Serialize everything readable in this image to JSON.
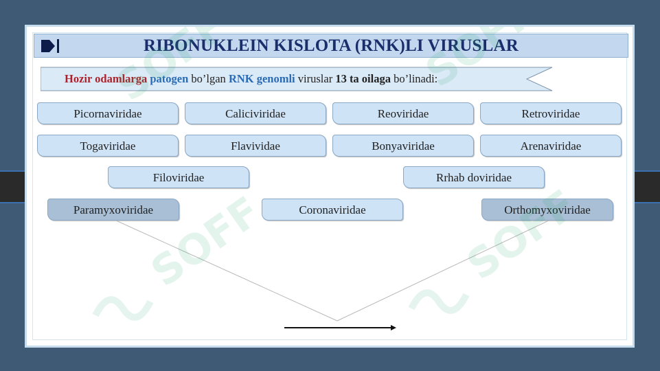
{
  "slide": {
    "title": "RIBONUKLEIN KISLOTA (RNK)LI VIRUSLAR",
    "subtitle": {
      "part1": "Hozir odamlarga",
      "part2": "patogen",
      "part3": "bo’lgan",
      "part4": "RNK genomli",
      "part5": "viruslar",
      "part6": "13 ta oilaga",
      "part7": "bo’linadi:"
    }
  },
  "families": {
    "row1": [
      "Picornaviridae",
      "Caliciviridae",
      "Reoviridae",
      "Retroviridae"
    ],
    "row2": [
      "Togaviridae",
      "Flavividae",
      "Bonyaviridae",
      "Arenaviridae"
    ],
    "row3": [
      "Filoviridae",
      "Rrhab doviridae"
    ],
    "row4": [
      "Paramyxoviridae",
      "Coronaviridae",
      "Orthomyxoviridae"
    ]
  },
  "watermark": "SOFF",
  "colors": {
    "background": "#3f5a74",
    "title_text": "#1a2e6b",
    "highlight_red": "#b0202a",
    "highlight_blue": "#2a6bb5",
    "box_fill": "#cfe3f6",
    "box_fill_dim": "#a9bfd5"
  }
}
